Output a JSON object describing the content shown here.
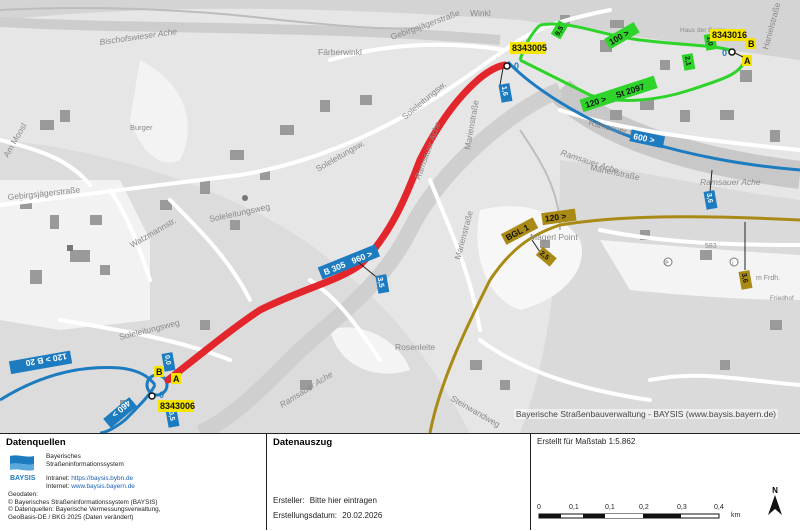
{
  "map": {
    "attribution": "Bayerische Straßenbauverwaltung - BAYSIS (www.baysis.bayern.de)",
    "streets": {
      "gebirgsjaeger_top": "Gebirgsjägerstraße",
      "gebirgsjaeger_left": "Gebirgsjägerstraße",
      "faerberwinkl": "Färberwinkl",
      "winkl": "Winkl",
      "bischofswieser_ache": "Bischofswieser Ache",
      "soleleitungsw_1": "Soleleitungsw.",
      "soleleitungsw_2": "Soleleitungsw.",
      "soleleitungsweg_3": "Soleleitungsweg",
      "soleleitungsweg_4": "Soleleitungsweg",
      "watzmannstr": "Watzmannstr.",
      "am_moosl": "Am Moosl",
      "marienstraße": "Marienstraße",
      "marienstrasse_2": "Marienstraße",
      "marienstrasse_3": "Marienstraße",
      "ramsauer_strasse": "Ramsauer Straße",
      "ramsauer_ache_1": "Ramsauer Ache",
      "ramsauer_ache_2": "Ramsauer Ache",
      "ramsauer_ache_3": "Ramsauer Ache",
      "ramsauer_ache_4": "Ramsauer Ache",
      "rosenleite": "Rosenleite",
      "steinwandweg": "Steinwandweg",
      "magnpoint": "Magerl Point",
      "haus_der_berge": "Haus der Berge",
      "hanielstrasse": "Hanielstraße",
      "friedhof": "Friedhof",
      "frdh": "m Frdh.",
      "burger": "Burger",
      "s83": "583"
    },
    "nodes": {
      "n1": {
        "id": "8343005"
      },
      "n2": {
        "id": "8343016"
      },
      "n3": {
        "id": "8343006"
      }
    },
    "badges": {
      "a_top": "A",
      "b_top": "B",
      "b_bottom": "B",
      "a_bottom": "A",
      "zero_top": "0",
      "zero_n2": "0",
      "zero_bottom": "0",
      "b305": "B 305",
      "b305_km": "960 >",
      "b305_small": "3,5",
      "st2097": "St 2097",
      "st2097_left": "120 >",
      "st2097_top": "100 >",
      "st2097_95": "9,5",
      "st2097_2": "2,1",
      "st2097_n2": "1,0",
      "b20_600": "600 >",
      "b20_1": "1,6",
      "b20_2": "3,6",
      "bgl1": "BGL 1",
      "bgl1_120": "120 >",
      "bgl1_25": "2,5",
      "bgl1_36": "3,6",
      "b20_left": "120 > B 20",
      "b20_460": "460 >",
      "bottom_0": "0,0",
      "bottom_05": "0,5"
    }
  },
  "footer": {
    "sources": {
      "title": "Datenquellen",
      "logo_line1": "Bayerisches",
      "logo_line2": "Straßeninformationssystem",
      "logo_word": "BAYSIS",
      "intranet_label": "Intranet:",
      "intranet_url": "https://baysis.bybn.de",
      "internet_label": "Internet:",
      "internet_url": "www.baysis.bayern.de",
      "geo_title": "Geodaten:",
      "geo1": "© Bayerisches Straßeninformationssystem (BAYSIS)",
      "geo2": "© Datenquellen: Bayerische Vermessungsverwaltung,",
      "geo3": "GeoBasis-DE / BKG 2025 (Daten verändert)"
    },
    "extract": {
      "title": "Datenauszug",
      "author_label": "Ersteller:",
      "author_value": "Bitte hier eintragen",
      "date_label": "Erstellungsdatum:",
      "date_value": "20.02.2026"
    },
    "scale": {
      "title": "Erstellt für Maßstab 1:5.862",
      "ticks": [
        "0",
        "0,1",
        "0,1",
        "0,2",
        "0,3",
        "0,4"
      ],
      "unit": "km",
      "north": "N"
    }
  },
  "colors": {
    "highlight": "#e3262c",
    "federal": "#1c7cbf",
    "state": "#2ed42a",
    "county": "#a88a14",
    "label_yellow": "#f5e400"
  }
}
